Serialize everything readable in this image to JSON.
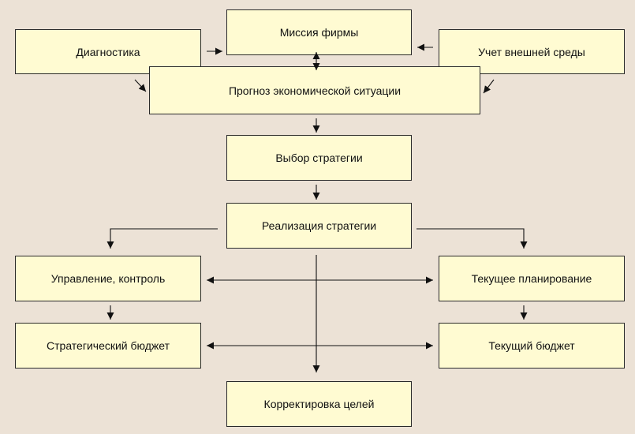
{
  "colors": {
    "background": "#ece2d6",
    "box_fill": "#fffbd2",
    "line": "#111111"
  },
  "boxes": {
    "mission": "Миссия фирмы",
    "diagnostics": "Диагностика",
    "external_env": "Учет внешней среды",
    "forecast": "Прогноз экономической ситуации",
    "strategy_choice": "Выбор стратегии",
    "strategy_impl": "Реализация стратегии",
    "management": "Управление, контроль",
    "current_planning": "Текущее планирование",
    "strategic_budget": "Стратегический бюджет",
    "current_budget": "Текущий бюджет",
    "goal_correction": "Корректировка целей"
  },
  "connections": [
    {
      "from": "diagnostics",
      "to": "mission"
    },
    {
      "from": "external_env",
      "to": "mission"
    },
    {
      "from": "mission",
      "to": "forecast",
      "bidirectional": true
    },
    {
      "from": "diagnostics",
      "to": "forecast"
    },
    {
      "from": "external_env",
      "to": "forecast"
    },
    {
      "from": "forecast",
      "to": "strategy_choice"
    },
    {
      "from": "strategy_choice",
      "to": "strategy_impl"
    },
    {
      "from": "strategy_impl",
      "to": "management"
    },
    {
      "from": "strategy_impl",
      "to": "current_planning"
    },
    {
      "from": "strategy_impl",
      "to": "goal_correction"
    },
    {
      "from": "management",
      "to": "current_planning",
      "bidirectional": true
    },
    {
      "from": "management",
      "to": "strategic_budget"
    },
    {
      "from": "current_planning",
      "to": "current_budget"
    },
    {
      "from": "strategic_budget",
      "to": "current_budget",
      "bidirectional": true
    }
  ]
}
